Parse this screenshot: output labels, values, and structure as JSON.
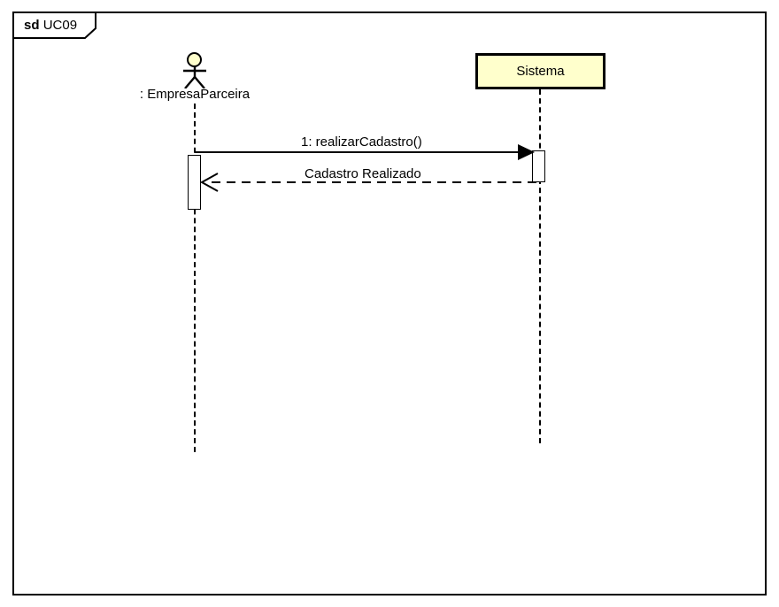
{
  "diagram": {
    "kind": "uml-sequence-diagram",
    "frame": {
      "keyword": "sd",
      "name": "UC09"
    },
    "participants": [
      {
        "id": "actor",
        "type": "actor",
        "label": ": EmpresaParceira",
        "icon": "actor-stick-figure-icon",
        "head_fill": "#ffffcc"
      },
      {
        "id": "sistema",
        "type": "lifeline-box",
        "label": "Sistema",
        "fill": "#ffffcc",
        "stroke": "#000000"
      }
    ],
    "messages": [
      {
        "seq": "1",
        "label": "1: realizarCadastro()",
        "from": "actor",
        "to": "sistema",
        "style": "solid",
        "arrowhead": "filled"
      },
      {
        "seq": "2",
        "label": "Cadastro Realizado",
        "from": "sistema",
        "to": "actor",
        "style": "dashed",
        "arrowhead": "open"
      }
    ],
    "colors": {
      "background": "#ffffff",
      "stroke": "#000000",
      "lifeline_fill": "#ffffcc"
    }
  }
}
